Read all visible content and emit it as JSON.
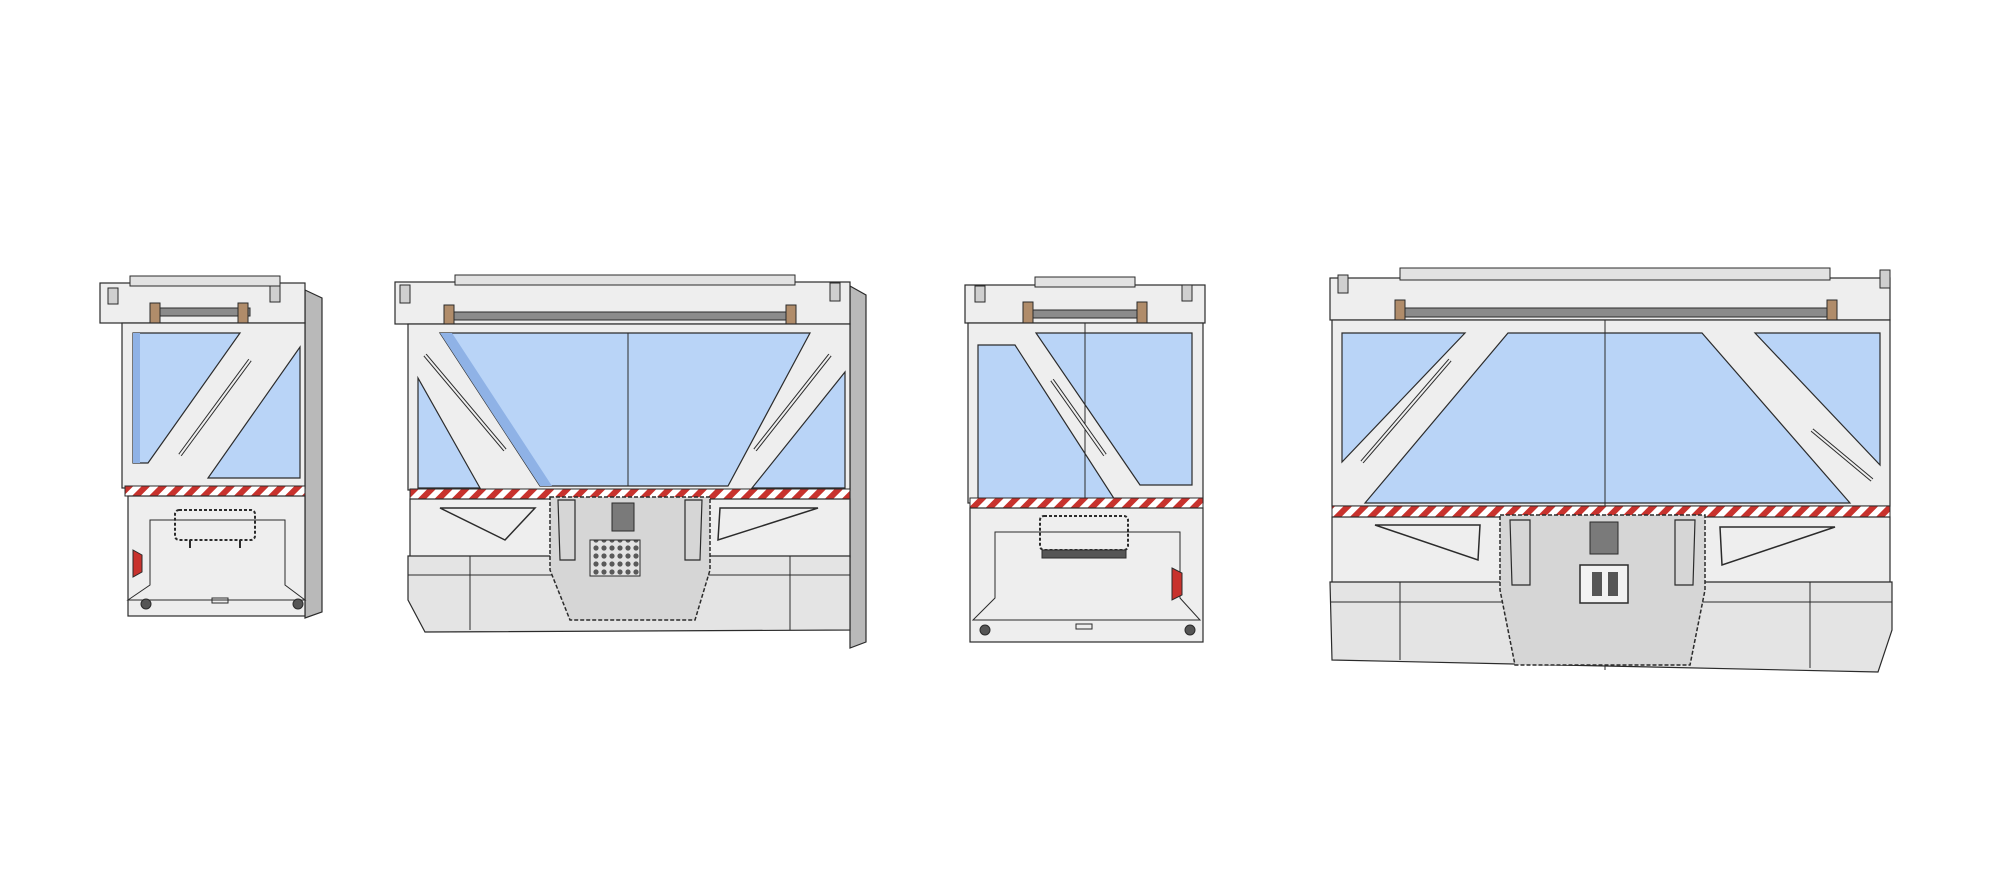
{
  "scene": {
    "background": "#ffffff",
    "colors": {
      "panel": "#eeeeee",
      "panel_dark": "#d6d6d6",
      "side": "#b9b9b9",
      "glass": "#b9d4f7",
      "glass_shadow": "#8fb2e6",
      "stripe_red": "#c8322d",
      "stripe_white": "#ffffff",
      "line": "#2b2b2b",
      "hinge": "#b08c6a"
    },
    "panels": [
      {
        "name": "narrow-rear-door-open",
        "kind": "narrow",
        "perspective": "right-side-visible"
      },
      {
        "name": "wide-rear-door-open",
        "kind": "wide",
        "perspective": "right-side-visible"
      },
      {
        "name": "narrow-rear-door-front",
        "kind": "narrow",
        "perspective": "frontal"
      },
      {
        "name": "wide-rear-door-front",
        "kind": "wide",
        "perspective": "frontal"
      }
    ]
  }
}
